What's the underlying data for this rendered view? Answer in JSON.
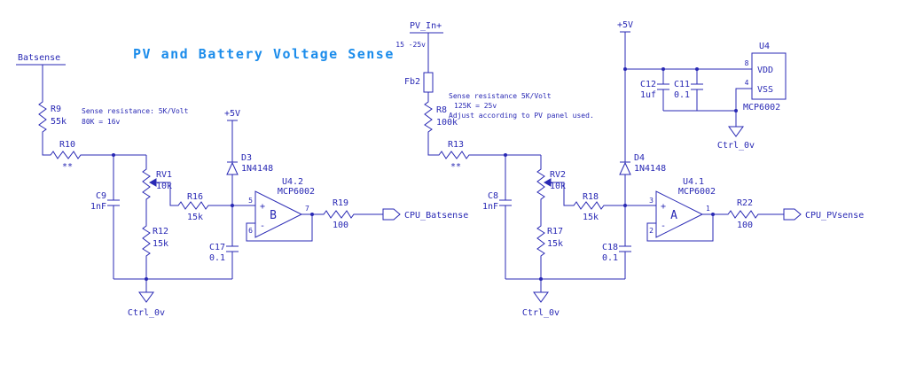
{
  "title": "PV and Battery Voltage Sense",
  "colors": {
    "circuit": "#2828b4",
    "title": "#1b8ceb",
    "background": "#ffffff"
  },
  "bat": {
    "net_in": "Batsense",
    "note1": "Sense resistance: 5K/Volt",
    "note2": "80K = 16v",
    "r9": {
      "ref": "R9",
      "value": "55k"
    },
    "r10": {
      "ref": "R10",
      "value": "**"
    },
    "c9": {
      "ref": "C9",
      "value": "1nF"
    },
    "rv1": {
      "ref": "RV1",
      "value": "10k"
    },
    "r12": {
      "ref": "R12",
      "value": "15k"
    },
    "r16": {
      "ref": "R16",
      "value": "15k"
    },
    "d3": {
      "ref": "D3",
      "value": "1N4148"
    },
    "c17": {
      "ref": "C17",
      "value": "0.1"
    },
    "r19": {
      "ref": "R19",
      "value": "100"
    },
    "vcc": "+5V",
    "gnd": "Ctrl_0v",
    "opamp": {
      "ref": "U4.2",
      "part": "MCP6002",
      "section": "B",
      "plus": "+",
      "minus": "-",
      "pin_plus": "5",
      "pin_minus": "6",
      "pin_out": "7"
    },
    "net_out": "CPU_Batsense"
  },
  "pv": {
    "net_in": "PV_In+",
    "range": "15 -25v",
    "fb2": {
      "ref": "Fb2"
    },
    "note1": "Sense resistance 5K/Volt",
    "note2": "125K = 25v",
    "note3": "Adjust according to PV panel used.",
    "r8": {
      "ref": "R8",
      "value": "100k"
    },
    "r13": {
      "ref": "R13",
      "value": "**"
    },
    "c8": {
      "ref": "C8",
      "value": "1nF"
    },
    "rv2": {
      "ref": "RV2",
      "value": "10k"
    },
    "r17": {
      "ref": "R17",
      "value": "15k"
    },
    "r18": {
      "ref": "R18",
      "value": "15k"
    },
    "d4": {
      "ref": "D4",
      "value": "1N4148"
    },
    "c18": {
      "ref": "C18",
      "value": "0.1"
    },
    "r22": {
      "ref": "R22",
      "value": "100"
    },
    "gnd": "Ctrl_0v",
    "opamp": {
      "ref": "U4.1",
      "part": "MCP6002",
      "section": "A",
      "plus": "+",
      "minus": "-",
      "pin_plus": "3",
      "pin_minus": "2",
      "pin_out": "1"
    },
    "net_out": "CPU_PVsense"
  },
  "pwr": {
    "vcc": "+5V",
    "u4": {
      "ref": "U4",
      "part": "MCP6002",
      "vdd": "VDD",
      "vss": "VSS",
      "pin_vdd": "8",
      "pin_vss": "4"
    },
    "c12": {
      "ref": "C12",
      "value": "1uf"
    },
    "c11": {
      "ref": "C11",
      "value": "0.1"
    },
    "gnd": "Ctrl_0v"
  }
}
